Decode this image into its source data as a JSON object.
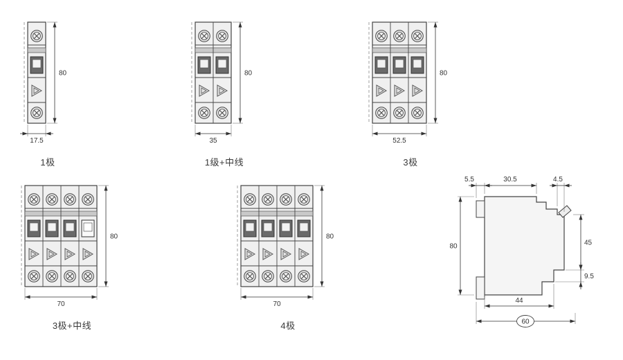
{
  "figures": [
    {
      "id": "pole-1",
      "label": "1极",
      "poles": 1,
      "width_dim": "17.5",
      "height_dim": "80",
      "neutral_last": false
    },
    {
      "id": "pole-1n",
      "label": "1级+中线",
      "poles": 2,
      "width_dim": "35",
      "height_dim": "80",
      "neutral_last": false
    },
    {
      "id": "pole-3",
      "label": "3极",
      "poles": 3,
      "width_dim": "52.5",
      "height_dim": "80",
      "neutral_last": false
    },
    {
      "id": "pole-3n",
      "label": "3极+中线",
      "poles": 4,
      "width_dim": "70",
      "height_dim": "80",
      "neutral_last": true
    },
    {
      "id": "pole-4",
      "label": "4极",
      "poles": 4,
      "width_dim": "70",
      "height_dim": "80",
      "neutral_last": false
    }
  ],
  "side_view": {
    "dims": {
      "clip_depth": "5.5",
      "body_top_depth": "30.5",
      "handle_depth": "4.5",
      "height": "80",
      "front_height": "45",
      "front_step": "9.5",
      "base_depth": "44",
      "total_depth": "60"
    }
  },
  "colors": {
    "line": "#444444",
    "dim": "#333333",
    "ext": "#777777",
    "body_fill": "#f0f0f0",
    "band_fill": "#c9c9c9",
    "window_fill": "#6a6a6a",
    "window_light": "#fafafa",
    "screw_fill": "#e6e6e6",
    "arrow_fill": "#e4e4e4"
  }
}
